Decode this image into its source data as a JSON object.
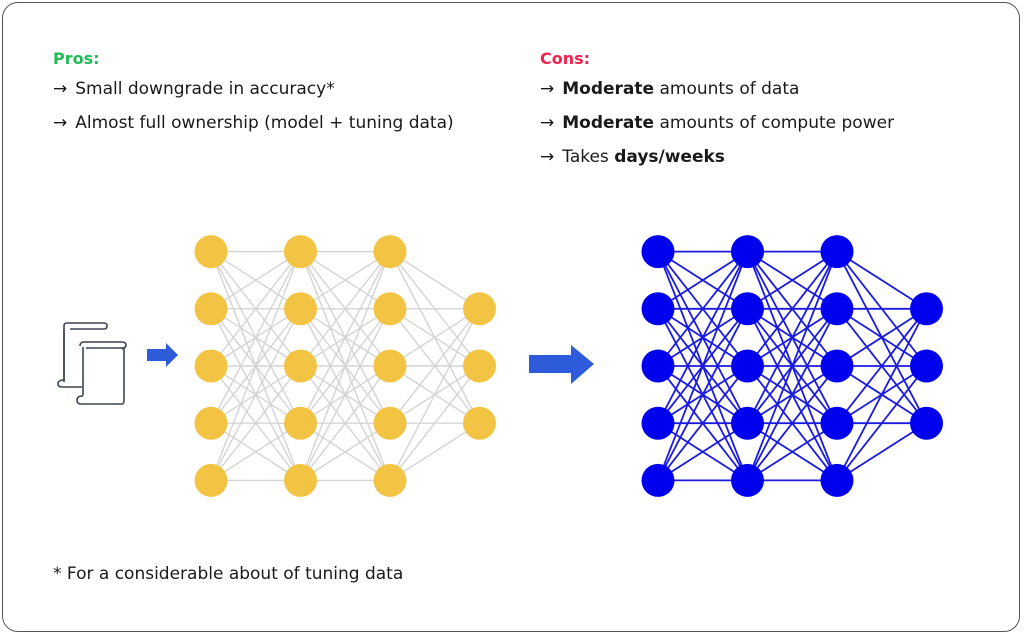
{
  "colors": {
    "pros": "#22bb55",
    "cons": "#f0224f",
    "yellow_node": "#f3c444",
    "yellow_edge": "#d4d4d4",
    "blue_node": "#0000ee",
    "blue_edge": "#1a1ae0",
    "arrow": "#2d5bd9"
  },
  "pros": {
    "heading": "Pros:",
    "items": [
      {
        "arrow": "→",
        "pre": "",
        "bold": "",
        "post": "Small downgrade in accuracy*"
      },
      {
        "arrow": "→",
        "pre": "",
        "bold": "",
        "post": "Almost full ownership (model + tuning data)"
      }
    ]
  },
  "cons": {
    "heading": "Cons:",
    "items": [
      {
        "arrow": "→",
        "pre": "",
        "bold": "Moderate",
        "post": " amounts of data"
      },
      {
        "arrow": "→",
        "pre": "",
        "bold": "Moderate",
        "post": " amounts of compute power"
      },
      {
        "arrow": "→",
        "pre": "Takes ",
        "bold": "days/weeks",
        "post": ""
      }
    ]
  },
  "footnote": "* For a considerable about of tuning data",
  "diagram": {
    "input_icon": "documents-scroll-icon",
    "networks": [
      {
        "name": "base-network",
        "layers": [
          5,
          5,
          5,
          3
        ],
        "style": "yellow"
      },
      {
        "name": "tuned-network",
        "layers": [
          5,
          5,
          5,
          3
        ],
        "style": "blue"
      }
    ]
  }
}
